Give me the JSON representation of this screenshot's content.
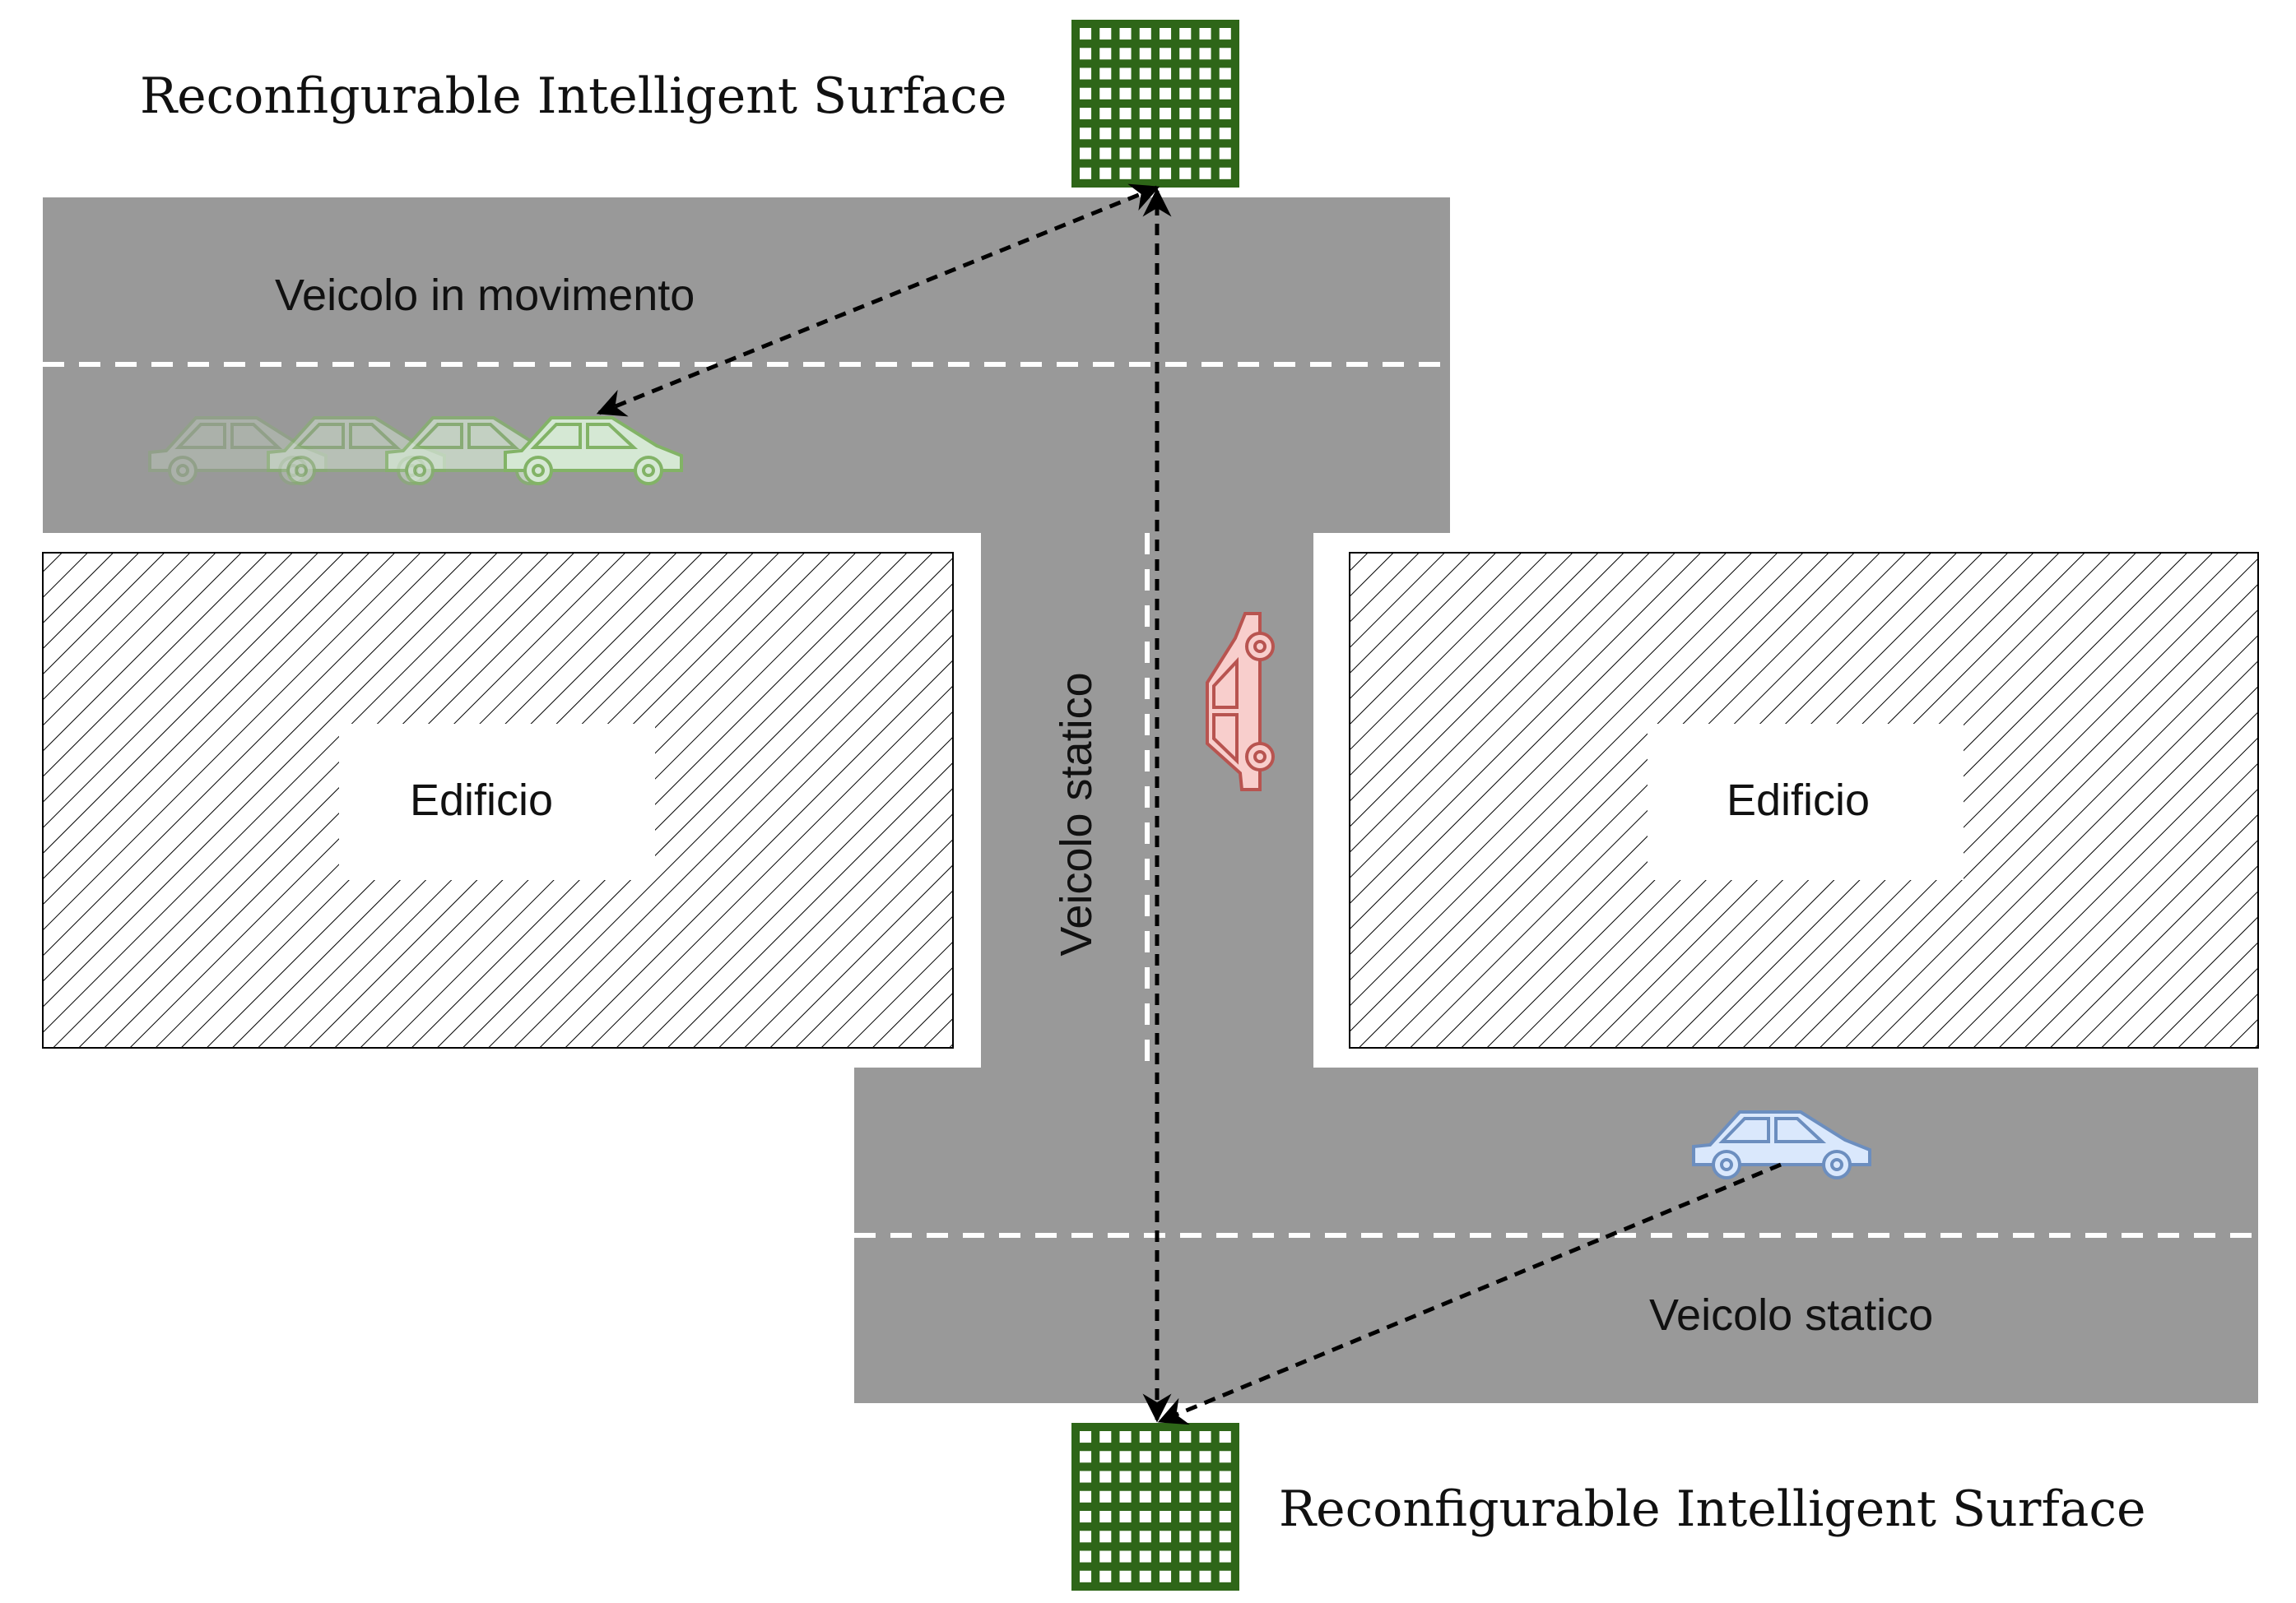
{
  "ris_top": {
    "label": "Reconfigurable Intelligent Surface",
    "icon": "ris-panel-icon"
  },
  "ris_bottom": {
    "label": "Reconfigurable Intelligent Surface",
    "icon": "ris-panel-icon"
  },
  "road_top": {
    "vehicle_label": "Veicolo in movimento"
  },
  "road_vertical": {
    "vehicle_label": "Veicolo statico"
  },
  "road_bottom": {
    "vehicle_label": "Veicolo statico"
  },
  "building_left": {
    "label": "Edificio"
  },
  "building_right": {
    "label": "Edificio"
  },
  "colors": {
    "road": "#999999",
    "lane_marking": "#ffffff",
    "ris_panel": "#2e6618",
    "moving_car_fill": "#d5e8d4",
    "moving_car_stroke": "#82b366",
    "static_car_red_fill": "#f8cecc",
    "static_car_red_stroke": "#b85450",
    "static_car_blue_fill": "#dae8fc",
    "static_car_blue_stroke": "#6c8ebf",
    "link_arrow": "#000000"
  }
}
